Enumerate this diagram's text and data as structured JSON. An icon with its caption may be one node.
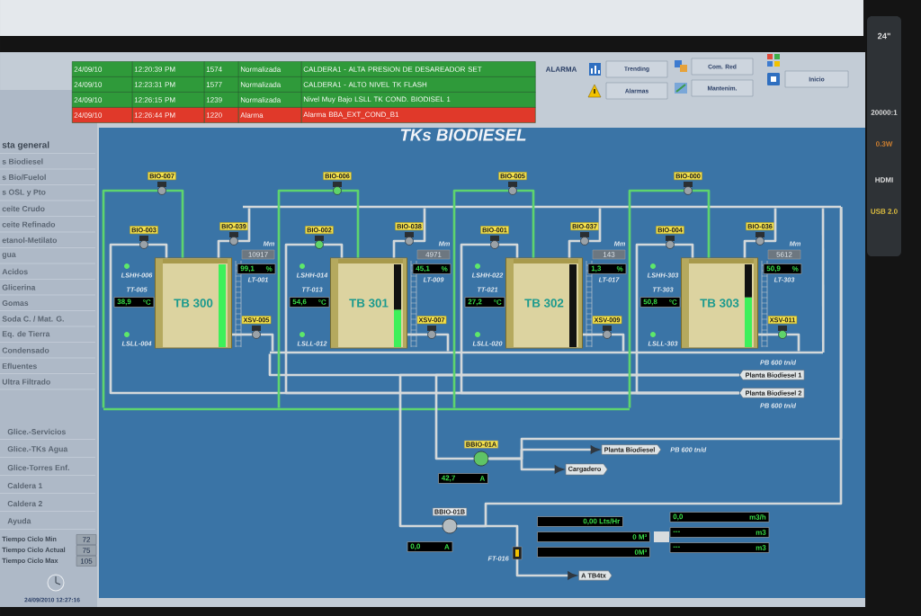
{
  "diagram": {
    "title": "TKs BIODIESEL",
    "nodes": [
      {
        "text": [
          "BIO-007"
        ]
      },
      {
        "text": [
          "BIO-003"
        ]
      },
      {
        "text": [
          "BIO-039"
        ]
      },
      {
        "text": [
          "TB 300"
        ],
        "beside": [
          "LSHH-006",
          "TT-005",
          "38,9",
          "°C",
          "10917",
          "Mm",
          "99,1",
          "%",
          "LT-001",
          "LSLL-004"
        ]
      },
      {
        "text": [
          "XSV-005"
        ]
      },
      {
        "text": [
          "BIO-006"
        ]
      },
      {
        "text": [
          "BIO-002"
        ]
      },
      {
        "text": [
          "BIO-038"
        ]
      },
      {
        "text": [
          "TB 301"
        ],
        "beside": [
          "LSHH-014",
          "TT-013",
          "54,6",
          "°C",
          "4971",
          "Mm",
          "45,1",
          "%",
          "LT-009",
          "LSLL-012"
        ]
      },
      {
        "text": [
          "XSV-007"
        ]
      },
      {
        "text": [
          "BIO-005"
        ]
      },
      {
        "text": [
          "BIO-001"
        ]
      },
      {
        "text": [
          "BIO-037"
        ]
      },
      {
        "text": [
          "TB 302"
        ],
        "beside": [
          "LSHH-022",
          "TT-021",
          "27,2",
          "°C",
          "143",
          "Mm",
          "1,3",
          "%",
          "LT-017",
          "LSLL-020"
        ]
      },
      {
        "text": [
          "XSV-009"
        ]
      },
      {
        "text": [
          "BIO-000"
        ]
      },
      {
        "text": [
          "BIO-004"
        ]
      },
      {
        "text": [
          "BIO-036"
        ]
      },
      {
        "text": [
          "TB 303"
        ],
        "beside": [
          "LSHH-303",
          "TT-303",
          "50,8",
          "°C",
          "5612",
          "Mm",
          "50,9",
          "%",
          "LT-303",
          "LSLL-303"
        ]
      },
      {
        "text": [
          "XSV-011"
        ]
      },
      {
        "text": [
          "Planta Biodiesel 1"
        ],
        "beside": [
          "PB 600 tn/d"
        ]
      },
      {
        "text": [
          "Planta Biodiesel 2"
        ],
        "beside": [
          "PB 600 tn/d"
        ]
      },
      {
        "text": [
          "BBIO-01A"
        ],
        "beside": [
          "42,7",
          "A"
        ]
      },
      {
        "text": [
          "Planta Biodiesel"
        ],
        "beside": [
          "PB 600 tn/d"
        ]
      },
      {
        "text": [
          "Cargadero"
        ]
      },
      {
        "text": [
          "BBIO-01B"
        ],
        "beside": [
          "0,0",
          "A"
        ]
      },
      {
        "text": [
          "A TB4tx"
        ]
      },
      {
        "text": [],
        "shape": "bar"
      },
      {
        "text": [],
        "shape": "bar"
      },
      {
        "text": [],
        "shape": "bar"
      }
    ],
    "edges": [
      {
        "from": 0,
        "to": 3,
        "arrow": "none",
        "color": "#5ed46e"
      },
      {
        "from": 1,
        "to": 3,
        "arrow": "none"
      },
      {
        "from": 2,
        "to": 3,
        "arrow": "none"
      },
      {
        "from": 3,
        "to": 4,
        "arrow": "none"
      },
      {
        "from": 5,
        "to": 8,
        "arrow": "none",
        "color": "#5ed46e"
      },
      {
        "from": 6,
        "to": 8,
        "arrow": "none"
      },
      {
        "from": 7,
        "to": 8,
        "arrow": "none"
      },
      {
        "from": 8,
        "to": 9,
        "arrow": "none"
      },
      {
        "from": 10,
        "to": 13,
        "arrow": "none",
        "color": "#5ed46e"
      },
      {
        "from": 11,
        "to": 13,
        "arrow": "none"
      },
      {
        "from": 12,
        "to": 13,
        "arrow": "none"
      },
      {
        "from": 13,
        "to": 14,
        "arrow": "none"
      },
      {
        "from": 15,
        "to": 18,
        "arrow": "none",
        "color": "#5ed46e"
      },
      {
        "from": 16,
        "to": 18,
        "arrow": "none"
      },
      {
        "from": 17,
        "to": 18,
        "arrow": "none"
      },
      {
        "from": 18,
        "to": 19,
        "arrow": "none"
      },
      {
        "from": 20,
        "to": 28,
        "arrow": "none"
      },
      {
        "from": 21,
        "to": 1,
        "arrow": "none"
      },
      {
        "from": 21,
        "to": 6,
        "arrow": "none"
      },
      {
        "from": 21,
        "to": 11,
        "arrow": "none"
      },
      {
        "from": 21,
        "to": 16,
        "arrow": "none"
      },
      {
        "from": 20,
        "to": 22,
        "arrow": "none"
      },
      {
        "from": 20,
        "to": 25,
        "arrow": "none"
      },
      {
        "from": 22,
        "to": 23,
        "arrow": "to"
      },
      {
        "from": 22,
        "to": 24,
        "arrow": "to"
      },
      {
        "from": 25,
        "to": 26,
        "arrow": "to"
      },
      {
        "from": 0,
        "to": 29,
        "arrow": "none",
        "color": "#5ed46e"
      },
      {
        "from": 5,
        "to": 29,
        "arrow": "none",
        "color": "#5ed46e"
      },
      {
        "from": 10,
        "to": 29,
        "arrow": "none",
        "color": "#5ed46e"
      },
      {
        "from": 15,
        "to": 29,
        "arrow": "none",
        "color": "#5ed46e"
      },
      {
        "from": 2,
        "to": 27,
        "arrow": "none"
      },
      {
        "from": 7,
        "to": 27,
        "arrow": "none"
      },
      {
        "from": 12,
        "to": 27,
        "arrow": "none"
      },
      {
        "from": 17,
        "to": 27,
        "arrow": "none"
      },
      {
        "from": 4,
        "to": 28,
        "arrow": "none"
      },
      {
        "from": 9,
        "to": 28,
        "arrow": "none"
      },
      {
        "from": 14,
        "to": 28,
        "arrow": "none"
      },
      {
        "from": 19,
        "to": 28,
        "arrow": "none"
      },
      {
        "from": 28,
        "to": 27,
        "arrow": "none"
      },
      {
        "from": 27,
        "to": 25,
        "arrow": "none"
      },
      {
        "from": 22,
        "to": 27,
        "arrow": "none"
      }
    ],
    "labels": [
      "24/09/10",
      "12:20:39 PM",
      "1574",
      "Normalizada",
      "CALDERA1 - ALTA PRESION DE DESAREADOR SET",
      "24/09/10",
      "12:23:31 PM",
      "1577",
      "Normalizada",
      "CALDERA1 - ALTO NIVEL TK FLASH",
      "24/09/10",
      "12:26:15 PM",
      "1239",
      "Normalizada",
      "Nivel Muy Bajo LSLL TK COND. BIODISEL 1",
      "24/09/10",
      "12:26:44 PM",
      "1220",
      "Alarma",
      "Alarma BBA_EXT_COND_B1",
      "ALARMA",
      "Trending",
      "Alarmas",
      "Com. Red",
      "Mantenim.",
      "Inicio",
      "sta general",
      "s Biodiesel",
      "s Bio/Fuelol",
      "s OSL y Pto",
      "ceite Crudo",
      "ceite Refinado",
      "etanol-Metilato",
      "gua",
      "Acidos",
      "Glicerina",
      "Gomas",
      "Soda C. / Mat. G.",
      "Eq. de Tierra",
      "Condensado",
      "Efluentes",
      "Ultra Filtrado",
      "Glice.-Servicios",
      "Glice.-TKs Agua",
      "Glice-Torres Enf.",
      "Caldera 1",
      "Caldera 2",
      "Ayuda",
      "Tiempo Ciclo Min",
      "72",
      "Tiempo Ciclo Actual",
      "75",
      "Tiempo Ciclo Max",
      "105",
      "24/09/2010 12:27:16",
      "0,00 Lts/Hr",
      "0 M³",
      "0M³",
      "0,0",
      "m3/h",
      "---",
      "m3",
      "---",
      "m3",
      "FT-016",
      "24\"",
      "20000:1",
      "0.3W",
      "HDMI",
      "USB 2.0"
    ]
  }
}
